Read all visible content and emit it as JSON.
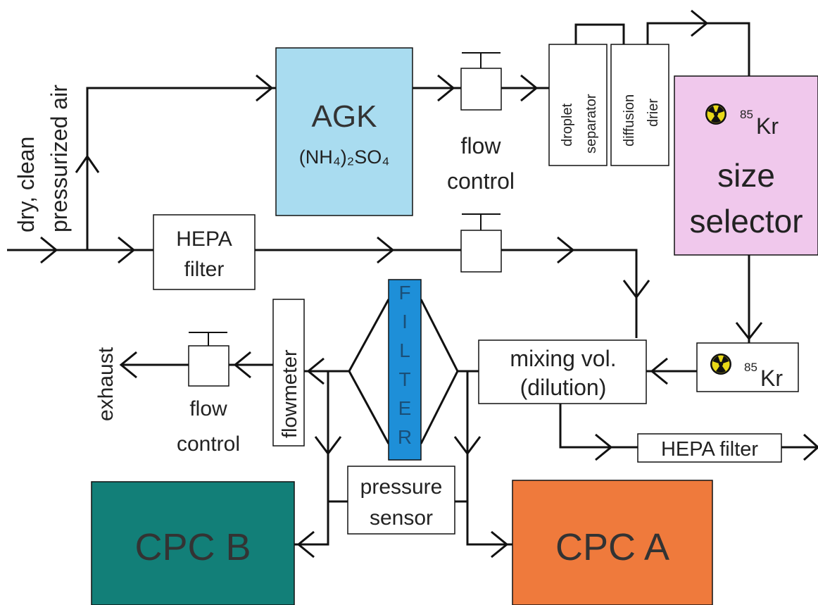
{
  "colors": {
    "agk_fill": "#a9dcf0",
    "selector_fill": "#f0c8ec",
    "filter_fill": "#1e8fd8",
    "filter_text": "#1a4f78",
    "cpc_b_fill": "#127f78",
    "cpc_a_fill": "#ef7a3c",
    "radiation_fill": "#e8d818"
  },
  "inlet": {
    "label_line1": "dry, clean",
    "label_line2": "pressurized air"
  },
  "agk": {
    "title": "AGK",
    "formula": "(NH₄)₂SO₄"
  },
  "flow_control_top": {
    "line1": "flow",
    "line2": "control"
  },
  "droplet_separator": {
    "line1": "droplet",
    "line2": "separator"
  },
  "diffusion_drier": {
    "line1": "diffusion",
    "line2": "drier"
  },
  "size_selector": {
    "isotope_mass": "85",
    "isotope_symbol": "Kr",
    "line1": "size",
    "line2": "selector",
    "icon": "radiation-icon"
  },
  "hepa_filter_left": {
    "line1": "HEPA",
    "line2": "filter"
  },
  "kr_neutralizer": {
    "isotope_mass": "85",
    "isotope_symbol": "Kr",
    "icon": "radiation-icon"
  },
  "mixing_volume": {
    "line1": "mixing vol.",
    "line2": "(dilution)"
  },
  "hepa_filter_out": {
    "label": "HEPA filter"
  },
  "filter": {
    "letters": [
      "F",
      "I",
      "L",
      "T",
      "E",
      "R"
    ]
  },
  "flowmeter": {
    "label": "flowmeter"
  },
  "flow_control_bottom": {
    "line1": "flow",
    "line2": "control"
  },
  "exhaust": {
    "label": "exhaust"
  },
  "pressure_sensor": {
    "line1": "pressure",
    "line2": "sensor"
  },
  "cpc_b": {
    "label": "CPC B"
  },
  "cpc_a": {
    "label": "CPC A"
  }
}
